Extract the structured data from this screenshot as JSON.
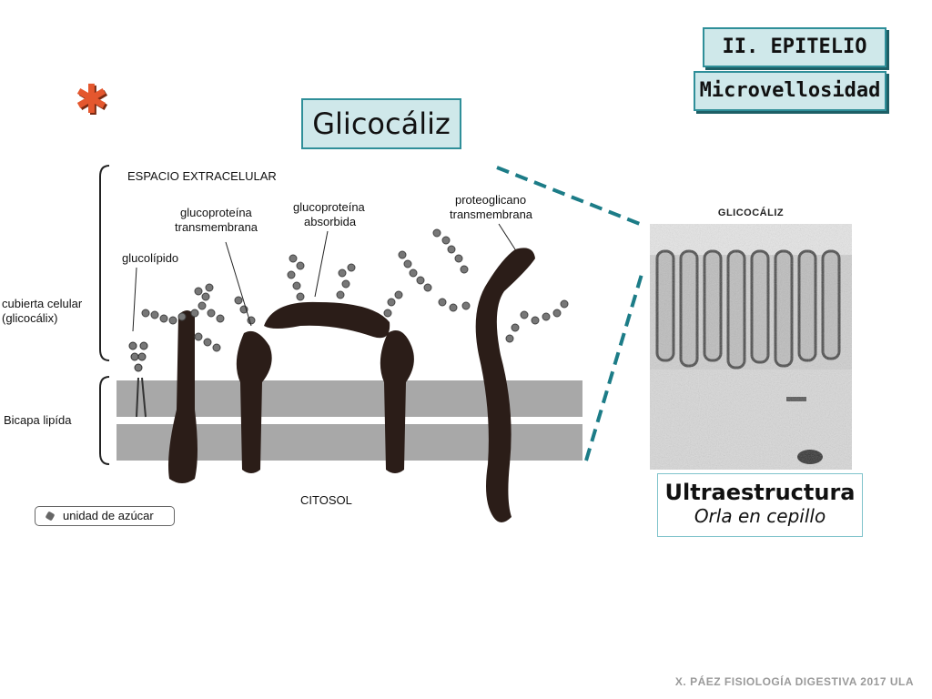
{
  "header": {
    "section_tag": "II. EPITELIO",
    "subsection_tag": "Microvellosidad",
    "title": "Glicocáliz"
  },
  "diagram": {
    "labels": {
      "extracellular": "ESPACIO EXTRACELULAR",
      "glycoprotein_transmembrane_1": "glucoproteína",
      "glycoprotein_transmembrane_2": "transmembrana",
      "glycoprotein_absorbed_1": "glucoproteína",
      "glycoprotein_absorbed_2": "absorbida",
      "proteoglycan_1": "proteoglicano",
      "proteoglycan_2": "transmembrana",
      "glycolipid": "glucolípido",
      "cell_coat_1": "cubierta celular",
      "cell_coat_2": "(glicocálix)",
      "bilayer": "Bicapa lipída",
      "cytosol": "CITOSOL",
      "legend": "unidad de azúcar"
    }
  },
  "photo": {
    "label": "GLICOCÁLIZ"
  },
  "caption": {
    "title": "Ultraestructura",
    "subtitle": "Orla en cepillo"
  },
  "footer": "X. PÁEZ   FISIOLOGÍA DIGESTIVA 2017  ULA",
  "colors": {
    "accent_fill": "#cfe8ea",
    "accent_border": "#2f8f99",
    "star": "#e4572e",
    "protein": "#2b1d18",
    "membrane": "#a8a8a8"
  }
}
